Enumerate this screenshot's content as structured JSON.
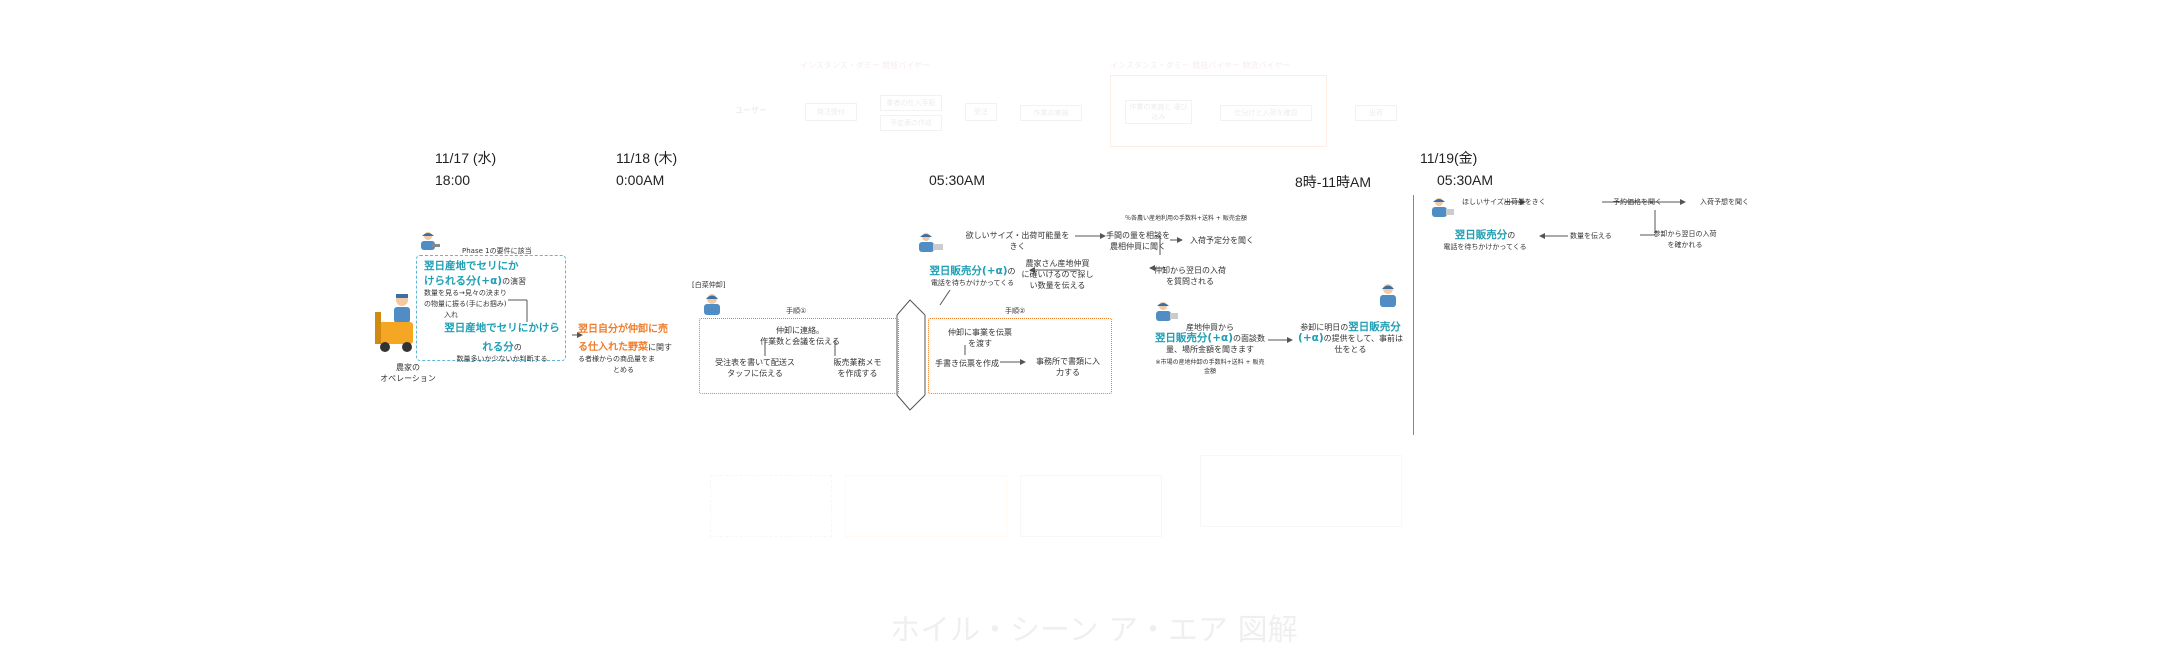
{
  "dates": {
    "d1": "11/17 (水)",
    "t1": "18:00",
    "d2": "11/18 (木)",
    "t2": "0:00AM",
    "t3": "05:30AM",
    "t4": "8時-11時AM",
    "d5": "11/19(金)",
    "t5": "05:30AM"
  },
  "faded_top": {
    "label_a": "インスタンス・ダミー 競技バイヤー",
    "label_b": "インスタンス・ダミー 競技バイヤー 物流バイヤー",
    "left_label": "ユーザー",
    "boxes": [
      "発注受付",
      "業者の仕入手配",
      "予定表の作成",
      "受注",
      "作業の実施",
      "作業の実施と\n運び込み",
      "仕分けと入荷を確認",
      "出荷"
    ]
  },
  "left": {
    "scope": "Phase 1の要件に該当",
    "blue_line1": "翌日産地でセリにか",
    "blue_line2": "けられる分(+α)",
    "blue_rest": "の演習",
    "small1": "数量を見る→見々の決まり",
    "small2": "の物量に振る(手にお掴み)",
    "small3": "入れ",
    "blue2_line1": "翌日産地でセリにかけら",
    "blue2_line2": "れる分",
    "blue2_rest": "の",
    "small4": "数量多いか少ないか判断する",
    "operation_line1": "農家の",
    "operation_line2": "オペレーション"
  },
  "orange_text": {
    "line1": "翌日自分が仲卸に売",
    "line2": "る仕入れた野菜",
    "rest": "に関す",
    "line3": "る者様からの商品量をま",
    "line4": "とめる"
  },
  "step1": {
    "person_label": "[白菜仲卸]",
    "title": "手順①",
    "a": "仲卸に連絡。",
    "b": "作業数と会議を伝える",
    "c": "受注表を書いて配送ス",
    "d": "タッフに伝える",
    "e": "販売業務メモ",
    "f": "を作成する"
  },
  "step2": {
    "title": "手順②",
    "a": "仲卸に事業を伝票",
    "b": "を渡す",
    "c": "手書き伝票を作成",
    "d": "事務所で書類に入",
    "e": "力する"
  },
  "mid_top": {
    "a1": "欲しいサイズ・出荷可能量を",
    "a2": "きく",
    "note_top": "％各農い産地利用の手数料+送料 + 販売金額",
    "b1": "手間の量を相談を",
    "b2": "農相仲買に聞く",
    "c": "入荷予定分を聞く",
    "d1": "農家さん産地仲買",
    "d2": "に確いけるので探し",
    "d3": "い数量を伝える",
    "e1": "仲卸から翌日の入荷",
    "e2": "を質問される",
    "hl1": "翌日販売分(+α)",
    "hl1_rest": "の",
    "hl1_sub": "電話を待ちかけかってくる"
  },
  "mid_bottom": {
    "a1": "産地仲買から",
    "hl": "翌日販売分(+α)",
    "a2": "の面談数",
    "a3": "量、場所金額を聞きます",
    "note1": "※市場の産地仲卸の手数料+送料 + 販売",
    "note2": "金額"
  },
  "right_mid": {
    "a": "参卸に明日の",
    "hl": "翌日販売分",
    "b": "(+α)",
    "c": "の提供をして、事前は",
    "d": "仕をとる"
  },
  "far_right": {
    "a": "ほしいサイズ出荷量をきく",
    "b": "予約価格を聞く",
    "c": "入荷予想を聞く",
    "hl": "翌日販売分",
    "hl_rest": "の",
    "sub": "電話を待ちかけかってくる",
    "d": "数量を伝える",
    "e1": "参卸から翌日の入荷",
    "e2": "を確かれる"
  },
  "faded_bottom": {
    "title": "ホイル・シーン ア・エア 図解"
  }
}
